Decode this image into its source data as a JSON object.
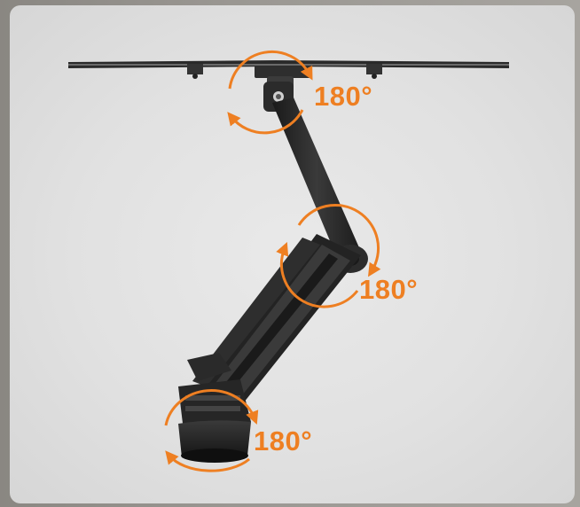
{
  "rotation_labels": {
    "top": "180°",
    "middle": "180°",
    "bottom": "180°"
  },
  "colors": {
    "accent": "#ee7f22",
    "arm": "#262626",
    "background": "#e2e2e2"
  }
}
